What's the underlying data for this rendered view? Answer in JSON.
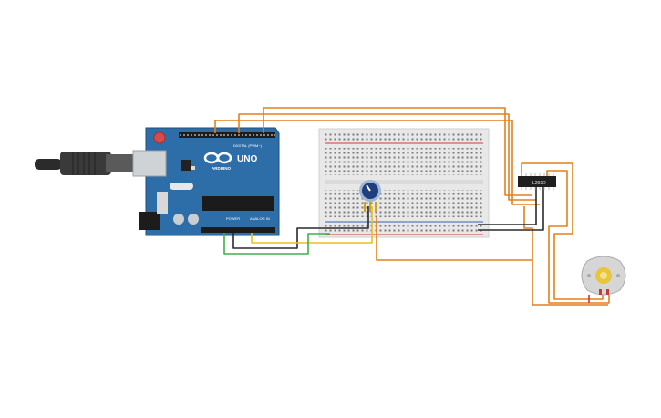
{
  "arduino": {
    "brand": "ARDUINO",
    "model": "UNO",
    "header_digital": "DIGITAL (PWM~)",
    "header_power": "POWER",
    "header_analog": "ANALOG IN",
    "colors": {
      "board": "#2e6ea8",
      "chip": "#1b1b1b",
      "usb": "#cfd3d6"
    }
  },
  "breadboard": {
    "colors": {
      "body": "#e8e8e8",
      "hole": "#6b6b6b",
      "rail_red": "#d03c3c",
      "rail_blue": "#3a5fb8"
    }
  },
  "driver_ic": {
    "label": "L293D",
    "color": "#1f1f1f"
  },
  "potentiometer": {
    "color": "#1e3f7a",
    "ring": "#9fb6d6"
  },
  "motor": {
    "color": "#d6d6d6",
    "shaft": "#e8c53a"
  },
  "wire_colors": {
    "orange": "#e2801e",
    "yellow": "#e6c21f",
    "green": "#3fb04a",
    "black": "#2a2a2a",
    "red": "#c23b3b"
  }
}
